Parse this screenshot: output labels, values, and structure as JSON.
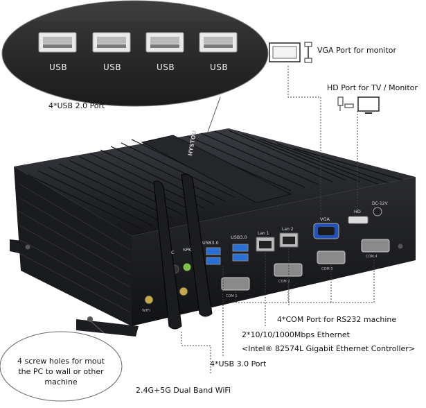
{
  "zoom_inset": {
    "port_labels": [
      "USB",
      "USB",
      "USB",
      "USB"
    ]
  },
  "labels": {
    "usb2": "4*USB 2.0 Port",
    "vga": "VGA Port for monitor",
    "hd": "HD Port for TV / Monitor",
    "com": "4*COM Port for RS232 machine",
    "ethernet": "2*10/10/1000Mbps Ethernet",
    "ethernet_controller": "<Intel® 82574L Gigabit Ethernet Controller>",
    "usb3": "4*USB 3.0 Port",
    "wifi": "2.4G+5G Dual Band WiFi",
    "screw_holes": "4 screw holes for mout the PC to wall or other machine"
  },
  "device": {
    "brand_mark": "HYSTOU",
    "panel_text": {
      "usb3_left": "USB3.0",
      "usb3_right": "USB3.0",
      "lan1": "Lan 1",
      "lan2": "Lan 2",
      "vga": "VGA",
      "hd": "HD",
      "dc": "DC-12V",
      "com1": "COM 1",
      "com2": "COM 2",
      "com3": "COM 3",
      "com4": "COM 4",
      "spk": "SPK",
      "mic": "C",
      "wifi": "WIFI"
    }
  },
  "colors": {
    "chassis": "#1a1b1e",
    "fin": "#2c2e33",
    "usb3_blue": "#2a6fd6",
    "vga_blue": "#2251b8",
    "audio_green": "#7fbf4a",
    "inset_bg": "#2a2a2a"
  }
}
